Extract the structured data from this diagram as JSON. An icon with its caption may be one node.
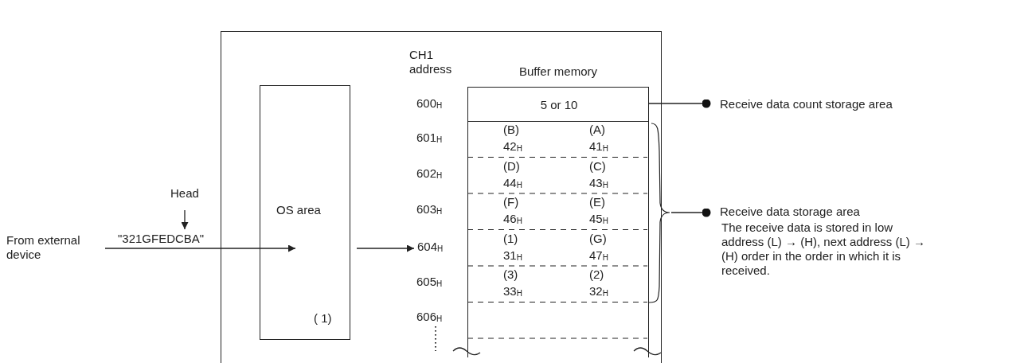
{
  "diagram": {
    "nodes": [
      {
        "text": [],
        "shape": "box"
      },
      {
        "text": [
          "OS  area",
          "( 1)"
        ],
        "in": 0
      },
      {
        "text": [
          "Buffer memory"
        ],
        "in": 0
      },
      {
        "text": [
          "5 or 10"
        ],
        "in": 2
      },
      {
        "text": [],
        "shape": "box",
        "in": 2
      },
      {
        "text": [
          "Receive data count storage area"
        ]
      },
      {
        "text": [
          "Receive data storage area",
          "The receive data is stored in low address (L) → (H), next address (L) → (H) order in the order in which it is received."
        ]
      },
      {
        "text": [
          "Head"
        ]
      },
      {
        "text": [
          "From external device"
        ]
      },
      {
        "text": [
          "604$_{H}$"
        ],
        "in": 0
      }
    ],
    "edges": [
      {
        "from": 7,
        "to": null,
        "arrow": "to"
      },
      {
        "from": 8,
        "to": 1,
        "arrow": "to",
        "label": "\"321GFEDCBA\""
      },
      {
        "from": 1,
        "to": 9,
        "arrow": "to"
      },
      {
        "from": 3,
        "to": 5,
        "arrow": "other"
      },
      {
        "from": 4,
        "to": 6,
        "arrow": "other"
      }
    ],
    "labels": [
      "CH1 address",
      "600$_{H}$",
      "601$_{H}$",
      "(B)",
      "(A)",
      "42$_{H}$",
      "41$_{H}$",
      "602$_{H}$",
      "(D)",
      "(C)",
      "44$_{H}$",
      "43$_{H}$",
      "603$_{H}$",
      "(F)",
      "(E)",
      "46$_{H}$",
      "45$_{H}$",
      "(1)",
      "(G)",
      "31$_{H}$",
      "47$_{H}$",
      "605$_{H}$",
      "(3)",
      "(2)",
      "33$_{H}$",
      "32$_{H}$",
      "606$_{H}$"
    ]
  }
}
